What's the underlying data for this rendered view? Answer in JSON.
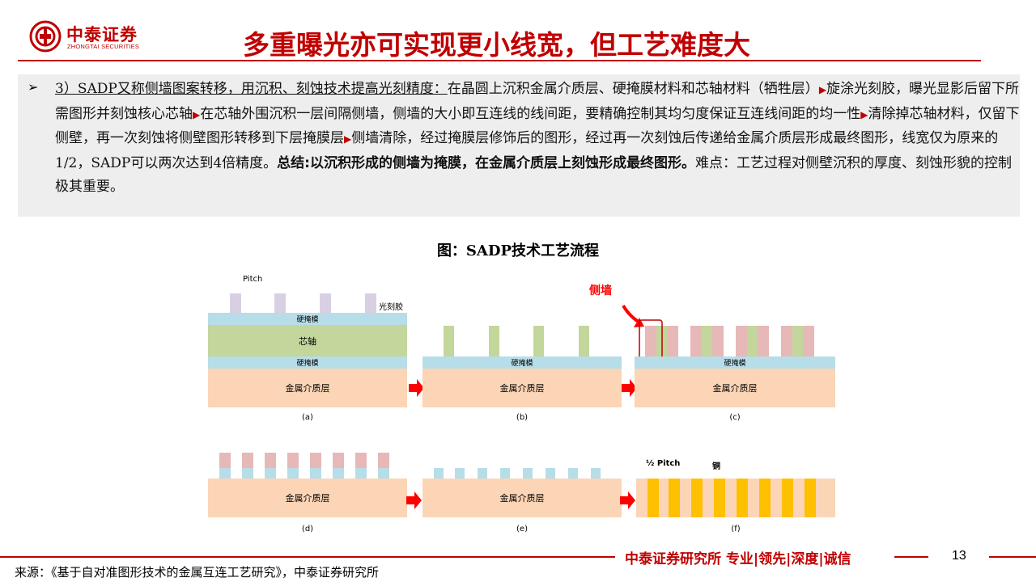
{
  "header": {
    "logo_cn": "中泰证券",
    "logo_en": "ZHONGTAI SECURITIES",
    "title": "多重曝光亦可实现更小线宽，但工艺难度大"
  },
  "body": {
    "bullet": "➢",
    "lead": "3）SADP又称侧墙图案转移，用沉积、刻蚀技术提高光刻精度：",
    "seg1": "在晶圆上沉积金属介质层、硬掩膜材料和芯轴材料（牺牲层）",
    "seg2": "旋涂光刻胶，曝光显影后留下所需图形并刻蚀核心芯轴",
    "seg3": "在芯轴外围沉积一层间隔侧墙，侧墙的大小即互连线的线间距，要精确控制其均匀度保证互连线间距的均一性",
    "seg4": "清除掉芯轴材料，仅留下侧壁，再一次刻蚀将侧壁图形转移到下层掩膜层",
    "seg5": "侧墙清除，经过掩膜层修饰后的图形，经过再一次刻蚀后传递给金属介质层形成最终图形，线宽仅为原来的1/2，SADP可以两次达到4倍精度。",
    "summary": "总结:以沉积形成的侧墙为掩膜，在金属介质层上刻蚀形成最终图形。",
    "seg6": "难点：工艺过程对侧壁沉积的厚度、刻蚀形貌的控制极其重要。",
    "arrow_glyph": "▶"
  },
  "figure": {
    "title": "图：SADP技术工艺流程",
    "pitch": "Pitch",
    "photoresist": "光刻胶",
    "hardmask": "硬掩模",
    "mandrel": "芯轴",
    "metal_dielectric": "金属介质层",
    "sidewall": "侧墙",
    "half_pitch": "½ Pitch",
    "copper": "铜",
    "panel_a": "(a)",
    "panel_b": "(b)",
    "panel_c": "(c)",
    "panel_d": "(d)",
    "panel_e": "(e)",
    "panel_f": "(f)"
  },
  "footer": {
    "brand": "中泰证券研究所 专业|领先|深度|诚信",
    "page": "13",
    "source": "来源：《基于自对准图形技术的金属互连工艺研究》，中泰证券研究所"
  },
  "colors": {
    "brand_red": "#c00000",
    "metal": "#fbd5b5",
    "hardmask": "#b7dde8",
    "mandrel": "#c3d69b",
    "photoresist": "#d9cfe3",
    "spacer": "#e6b8b7",
    "copper": "#ffc000"
  }
}
